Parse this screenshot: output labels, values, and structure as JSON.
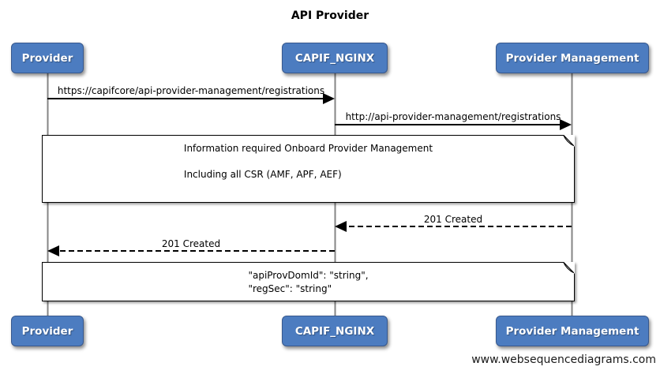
{
  "title": "API Provider",
  "watermark": "www.websequencediagrams.com",
  "actors": [
    {
      "id": "provider",
      "label": "Provider"
    },
    {
      "id": "capif-nginx",
      "label": "CAPIF_NGINX"
    },
    {
      "id": "provider-management",
      "label": "Provider Management"
    }
  ],
  "messages": [
    {
      "from": "Provider",
      "to": "CAPIF_NGINX",
      "style": "solid",
      "label": "https://capifcore/api-provider-management/registrations"
    },
    {
      "from": "CAPIF_NGINX",
      "to": "Provider Management",
      "style": "solid",
      "label": "http://api-provider-management/registrations"
    },
    {
      "from": "Provider Management",
      "to": "CAPIF_NGINX",
      "style": "dashed",
      "label": "201 Created"
    },
    {
      "from": "CAPIF_NGINX",
      "to": "Provider",
      "style": "dashed",
      "label": "201 Created"
    }
  ],
  "notes": [
    {
      "lines": [
        "Information required Onboard Provider Management",
        "Including all CSR (AMF, APF, AEF)"
      ]
    },
    {
      "lines": [
        "\"apiProvDomId\": \"string\",",
        "\"regSec\": \"string\""
      ]
    }
  ],
  "colors": {
    "actor_fill": "#4c7cc0",
    "actor_border": "#38598e",
    "lifeline": "#858585",
    "message_line": "#000000",
    "note_fill": "#ffffff",
    "note_border": "#000000"
  }
}
